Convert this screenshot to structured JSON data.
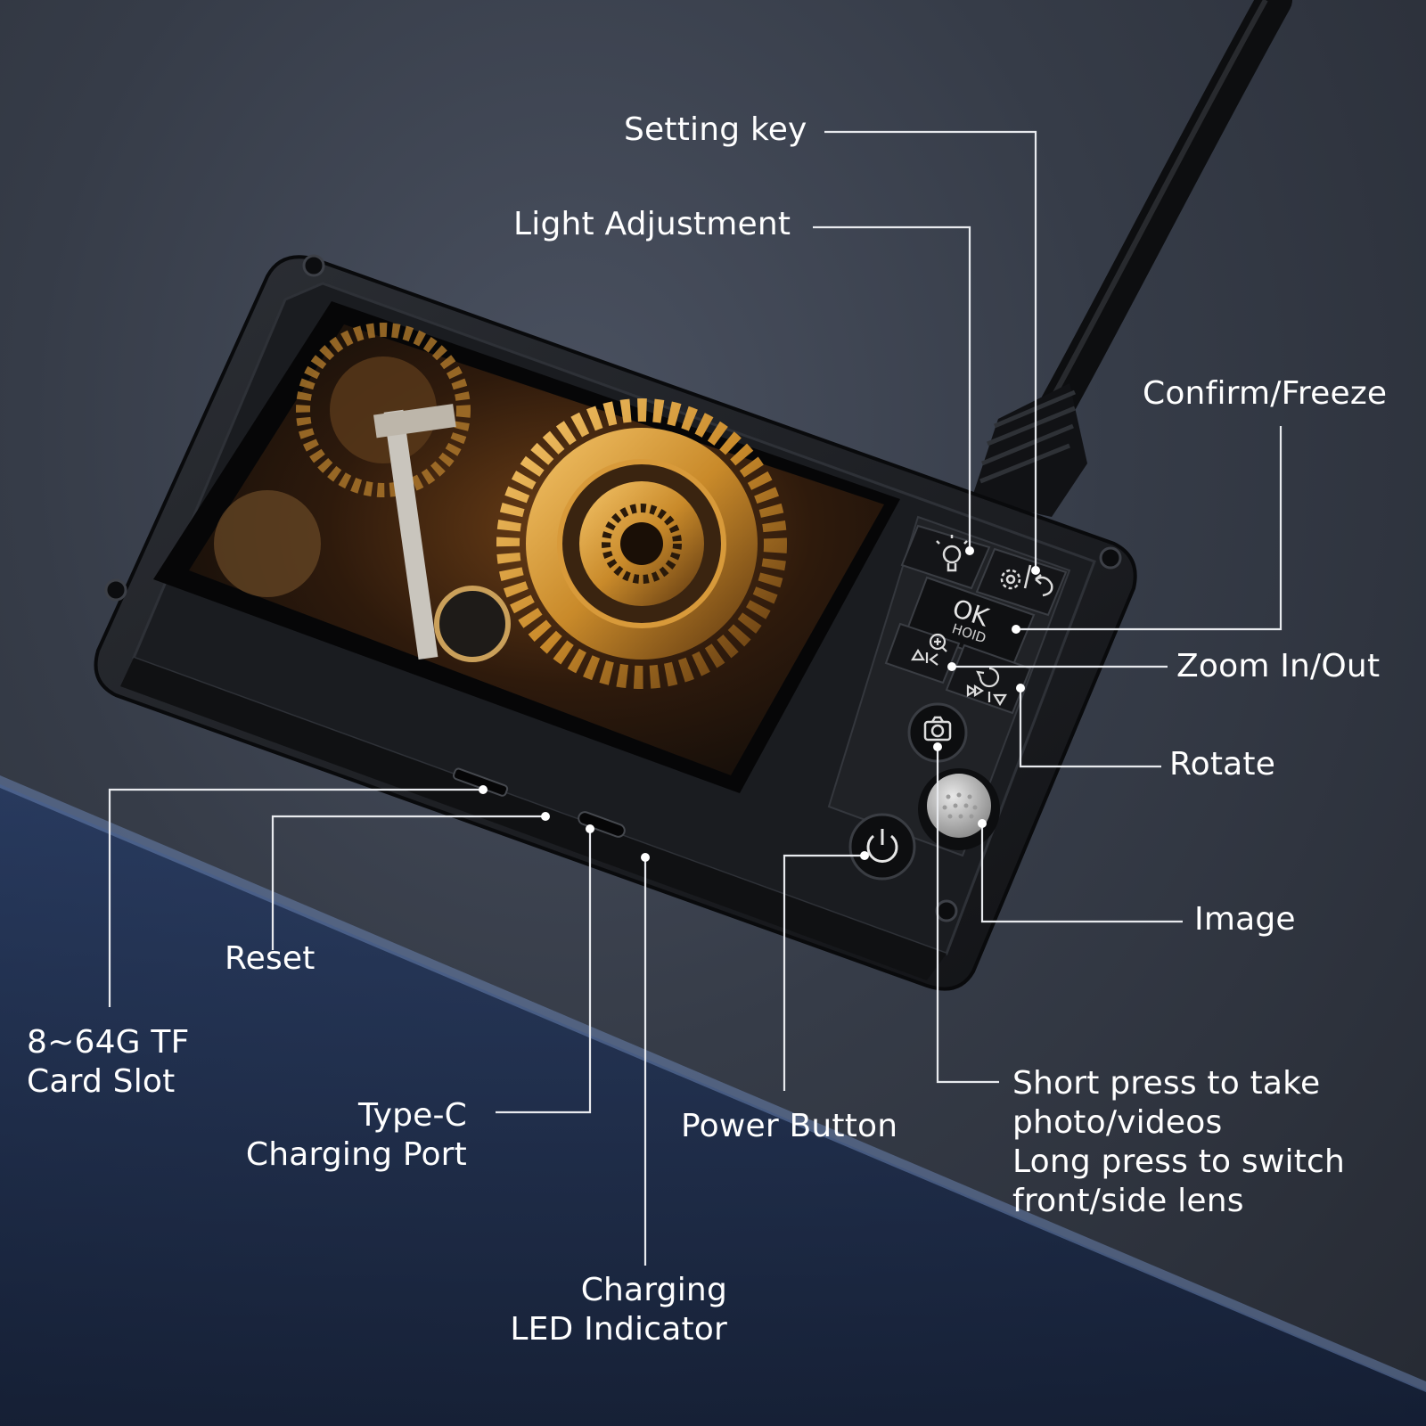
{
  "labels": {
    "setting_key": "Setting key",
    "light_adjustment": "Light Adjustment",
    "confirm_freeze": "Confirm/Freeze",
    "zoom": "Zoom In/Out",
    "rotate": "Rotate",
    "image": "Image",
    "reset": "Reset",
    "tf_card": "8~64G TF\nCard Slot",
    "type_c": "Type-C\nCharging Port",
    "power_button": "Power Button",
    "short_press": "Short press to take\nphoto/videos\nLong press to switch\nfront/side lens",
    "charging_led": "Charging\nLED Indicator"
  },
  "device_keys": {
    "ok_text": "OK",
    "hold_text": "HOID"
  },
  "icons": [
    "light-bulb-icon",
    "gear-back-icon",
    "zoom-icon",
    "rotate-icon",
    "camera-icon",
    "power-icon"
  ],
  "colors": {
    "leader_line": "#e8eaee",
    "label_text": "#ffffff",
    "device_body": "#1c1e22",
    "gear_accent": "#e0a53a"
  }
}
